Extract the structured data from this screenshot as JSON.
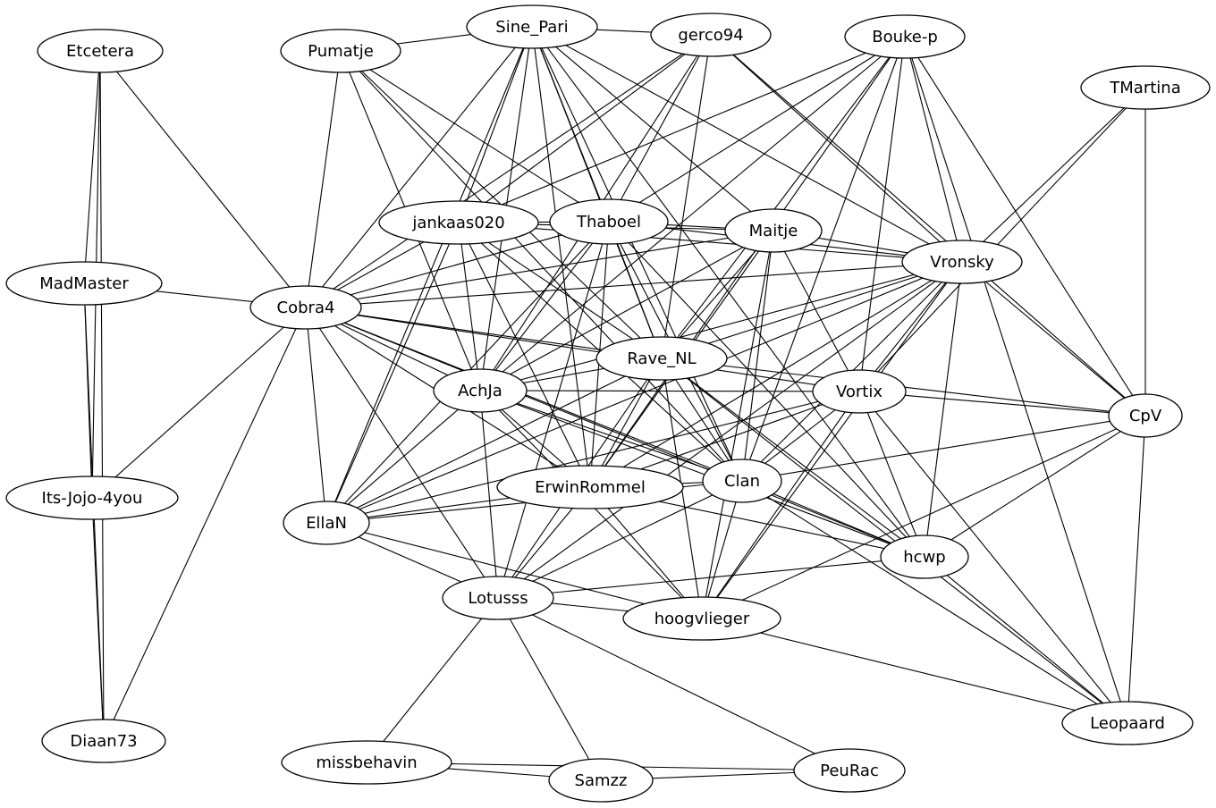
{
  "graph": {
    "nodes": [
      {
        "id": "Etcetera",
        "label": "Etcetera"
      },
      {
        "id": "Pumatje",
        "label": "Pumatje"
      },
      {
        "id": "Sine_Pari",
        "label": "Sine_Pari"
      },
      {
        "id": "gerco94",
        "label": "gerco94"
      },
      {
        "id": "Bouke-p",
        "label": "Bouke-p"
      },
      {
        "id": "TMartina",
        "label": "TMartina"
      },
      {
        "id": "MadMaster",
        "label": "MadMaster"
      },
      {
        "id": "Cobra4",
        "label": "Cobra4"
      },
      {
        "id": "jankaas020",
        "label": "jankaas020"
      },
      {
        "id": "Thaboel",
        "label": "Thaboel"
      },
      {
        "id": "Maitje",
        "label": "Maitje"
      },
      {
        "id": "Vronsky",
        "label": "Vronsky"
      },
      {
        "id": "Rave_NL",
        "label": "Rave_NL"
      },
      {
        "id": "AchJa",
        "label": "AchJa"
      },
      {
        "id": "Vortix",
        "label": "Vortix"
      },
      {
        "id": "CpV",
        "label": "CpV"
      },
      {
        "id": "Its-Jojo-4you",
        "label": "Its-Jojo-4you"
      },
      {
        "id": "ErwinRommel",
        "label": "ErwinRommel"
      },
      {
        "id": "Clan",
        "label": "Clan"
      },
      {
        "id": "EllaN",
        "label": "EllaN"
      },
      {
        "id": "hcwp",
        "label": "hcwp"
      },
      {
        "id": "Lotusss",
        "label": "Lotusss"
      },
      {
        "id": "hoogvlieger",
        "label": "hoogvlieger"
      },
      {
        "id": "Leopaard",
        "label": "Leopaard"
      },
      {
        "id": "Diaan73",
        "label": "Diaan73"
      },
      {
        "id": "missbehavin",
        "label": "missbehavin"
      },
      {
        "id": "PeuRac",
        "label": "PeuRac"
      },
      {
        "id": "Samzz",
        "label": "Samzz"
      }
    ],
    "edges": [
      [
        "Etcetera",
        "MadMaster"
      ],
      [
        "Etcetera",
        "Cobra4"
      ],
      [
        "Etcetera",
        "Its-Jojo-4you"
      ],
      [
        "Etcetera",
        "Diaan73"
      ],
      [
        "MadMaster",
        "Cobra4"
      ],
      [
        "MadMaster",
        "Its-Jojo-4you"
      ],
      [
        "MadMaster",
        "Diaan73"
      ],
      [
        "Its-Jojo-4you",
        "Cobra4"
      ],
      [
        "Its-Jojo-4you",
        "Diaan73"
      ],
      [
        "Diaan73",
        "Cobra4"
      ],
      [
        "Pumatje",
        "Sine_Pari"
      ],
      [
        "Pumatje",
        "Cobra4"
      ],
      [
        "Pumatje",
        "AchJa"
      ],
      [
        "Pumatje",
        "Rave_NL"
      ],
      [
        "Pumatje",
        "Thaboel"
      ],
      [
        "Pumatje",
        "Clan"
      ],
      [
        "Sine_Pari",
        "gerco94"
      ],
      [
        "Sine_Pari",
        "Cobra4"
      ],
      [
        "Sine_Pari",
        "jankaas020"
      ],
      [
        "Sine_Pari",
        "Thaboel"
      ],
      [
        "Sine_Pari",
        "Maitje"
      ],
      [
        "Sine_Pari",
        "Vronsky"
      ],
      [
        "Sine_Pari",
        "Rave_NL"
      ],
      [
        "Sine_Pari",
        "AchJa"
      ],
      [
        "Sine_Pari",
        "ErwinRommel"
      ],
      [
        "Sine_Pari",
        "Clan"
      ],
      [
        "Sine_Pari",
        "EllaN"
      ],
      [
        "Sine_Pari",
        "hcwp"
      ],
      [
        "gerco94",
        "jankaas020"
      ],
      [
        "gerco94",
        "Thaboel"
      ],
      [
        "gerco94",
        "Cobra4"
      ],
      [
        "gerco94",
        "Vronsky"
      ],
      [
        "gerco94",
        "Rave_NL"
      ],
      [
        "gerco94",
        "AchJa"
      ],
      [
        "gerco94",
        "CpV"
      ],
      [
        "Bouke-p",
        "jankaas020"
      ],
      [
        "Bouke-p",
        "Thaboel"
      ],
      [
        "Bouke-p",
        "Vronsky"
      ],
      [
        "Bouke-p",
        "AchJa"
      ],
      [
        "Bouke-p",
        "Rave_NL"
      ],
      [
        "Bouke-p",
        "Vortix"
      ],
      [
        "Bouke-p",
        "ErwinRommel"
      ],
      [
        "Bouke-p",
        "CpV"
      ],
      [
        "Bouke-p",
        "Leopaard"
      ],
      [
        "Bouke-p",
        "Clan"
      ],
      [
        "TMartina",
        "Vronsky"
      ],
      [
        "TMartina",
        "Vortix"
      ],
      [
        "TMartina",
        "CpV"
      ],
      [
        "Cobra4",
        "jankaas020"
      ],
      [
        "Cobra4",
        "Thaboel"
      ],
      [
        "Cobra4",
        "Maitje"
      ],
      [
        "Cobra4",
        "Vronsky"
      ],
      [
        "Cobra4",
        "Rave_NL"
      ],
      [
        "Cobra4",
        "AchJa"
      ],
      [
        "Cobra4",
        "Vortix"
      ],
      [
        "Cobra4",
        "ErwinRommel"
      ],
      [
        "Cobra4",
        "Clan"
      ],
      [
        "Cobra4",
        "EllaN"
      ],
      [
        "Cobra4",
        "hcwp"
      ],
      [
        "Cobra4",
        "Lotusss"
      ],
      [
        "jankaas020",
        "Thaboel"
      ],
      [
        "jankaas020",
        "Maitje"
      ],
      [
        "jankaas020",
        "Vronsky"
      ],
      [
        "jankaas020",
        "Rave_NL"
      ],
      [
        "jankaas020",
        "AchJa"
      ],
      [
        "jankaas020",
        "ErwinRommel"
      ],
      [
        "jankaas020",
        "Clan"
      ],
      [
        "jankaas020",
        "EllaN"
      ],
      [
        "Thaboel",
        "Maitje"
      ],
      [
        "Thaboel",
        "Vronsky"
      ],
      [
        "Thaboel",
        "Rave_NL"
      ],
      [
        "Thaboel",
        "AchJa"
      ],
      [
        "Thaboel",
        "ErwinRommel"
      ],
      [
        "Thaboel",
        "Clan"
      ],
      [
        "Thaboel",
        "EllaN"
      ],
      [
        "Thaboel",
        "hcwp"
      ],
      [
        "Thaboel",
        "Lotusss"
      ],
      [
        "Maitje",
        "Vronsky"
      ],
      [
        "Maitje",
        "Rave_NL"
      ],
      [
        "Maitje",
        "AchJa"
      ],
      [
        "Maitje",
        "Vortix"
      ],
      [
        "Maitje",
        "ErwinRommel"
      ],
      [
        "Maitje",
        "Clan"
      ],
      [
        "Maitje",
        "hoogvlieger"
      ],
      [
        "Vronsky",
        "Rave_NL"
      ],
      [
        "Vronsky",
        "AchJa"
      ],
      [
        "Vronsky",
        "Vortix"
      ],
      [
        "Vronsky",
        "ErwinRommel"
      ],
      [
        "Vronsky",
        "Clan"
      ],
      [
        "Vronsky",
        "EllaN"
      ],
      [
        "Vronsky",
        "hcwp"
      ],
      [
        "Vronsky",
        "CpV"
      ],
      [
        "Vronsky",
        "hoogvlieger"
      ],
      [
        "Vronsky",
        "Lotusss"
      ],
      [
        "Rave_NL",
        "AchJa"
      ],
      [
        "Rave_NL",
        "ErwinRommel"
      ],
      [
        "Rave_NL",
        "Clan"
      ],
      [
        "Rave_NL",
        "EllaN"
      ],
      [
        "Rave_NL",
        "hcwp"
      ],
      [
        "Rave_NL",
        "hoogvlieger"
      ],
      [
        "Rave_NL",
        "Leopaard"
      ],
      [
        "Rave_NL",
        "Lotusss"
      ],
      [
        "Rave_NL",
        "CpV"
      ],
      [
        "AchJa",
        "Vortix"
      ],
      [
        "AchJa",
        "ErwinRommel"
      ],
      [
        "AchJa",
        "Clan"
      ],
      [
        "AchJa",
        "EllaN"
      ],
      [
        "AchJa",
        "hcwp"
      ],
      [
        "AchJa",
        "Lotusss"
      ],
      [
        "AchJa",
        "hoogvlieger"
      ],
      [
        "Vortix",
        "CpV"
      ],
      [
        "Vortix",
        "ErwinRommel"
      ],
      [
        "Vortix",
        "Clan"
      ],
      [
        "Vortix",
        "hcwp"
      ],
      [
        "Vortix",
        "hoogvlieger"
      ],
      [
        "Vortix",
        "Leopaard"
      ],
      [
        "Vortix",
        "EllaN"
      ],
      [
        "CpV",
        "Clan"
      ],
      [
        "CpV",
        "hcwp"
      ],
      [
        "CpV",
        "hoogvlieger"
      ],
      [
        "CpV",
        "Leopaard"
      ],
      [
        "ErwinRommel",
        "Clan"
      ],
      [
        "ErwinRommel",
        "EllaN"
      ],
      [
        "ErwinRommel",
        "Lotusss"
      ],
      [
        "ErwinRommel",
        "hoogvlieger"
      ],
      [
        "ErwinRommel",
        "hcwp"
      ],
      [
        "Clan",
        "EllaN"
      ],
      [
        "Clan",
        "hcwp"
      ],
      [
        "Clan",
        "Lotusss"
      ],
      [
        "Clan",
        "hoogvlieger"
      ],
      [
        "Clan",
        "Leopaard"
      ],
      [
        "EllaN",
        "Lotusss"
      ],
      [
        "EllaN",
        "hoogvlieger"
      ],
      [
        "hcwp",
        "Lotusss"
      ],
      [
        "hcwp",
        "Leopaard"
      ],
      [
        "Lotusss",
        "hoogvlieger"
      ],
      [
        "Lotusss",
        "missbehavin"
      ],
      [
        "Lotusss",
        "Samzz"
      ],
      [
        "Lotusss",
        "PeuRac"
      ],
      [
        "hoogvlieger",
        "Leopaard"
      ],
      [
        "missbehavin",
        "Samzz"
      ],
      [
        "missbehavin",
        "PeuRac"
      ],
      [
        "Samzz",
        "PeuRac"
      ]
    ]
  }
}
